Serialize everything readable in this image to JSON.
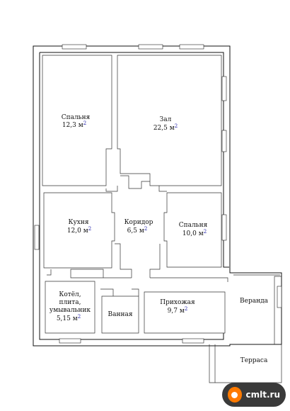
{
  "rooms": {
    "bedroom1": {
      "name": "Спальня",
      "area": "12,3 м",
      "sup": "2"
    },
    "hall": {
      "name": "Зал",
      "area": "22,5 м",
      "sup": "2"
    },
    "kitchen": {
      "name": "Кухня",
      "area": "12,0 м",
      "sup": "2"
    },
    "corridor": {
      "name": "Коридор",
      "area": "6,5 м",
      "sup": "2"
    },
    "bedroom2": {
      "name": "Спальня",
      "area": "10,0 м",
      "sup": "2"
    },
    "boiler": {
      "line1": "Котёл,",
      "line2": "плита,",
      "line3": "умывальник",
      "area": "5,15 м",
      "sup": "2"
    },
    "bathroom": {
      "name": "Ванная"
    },
    "entry": {
      "name": "Прихожая",
      "area": "9,7 м",
      "sup": "2"
    },
    "veranda": {
      "name": "Веранда"
    },
    "terrace": {
      "name": "Терраса"
    }
  },
  "watermark": {
    "text": "cmlt.ru"
  }
}
